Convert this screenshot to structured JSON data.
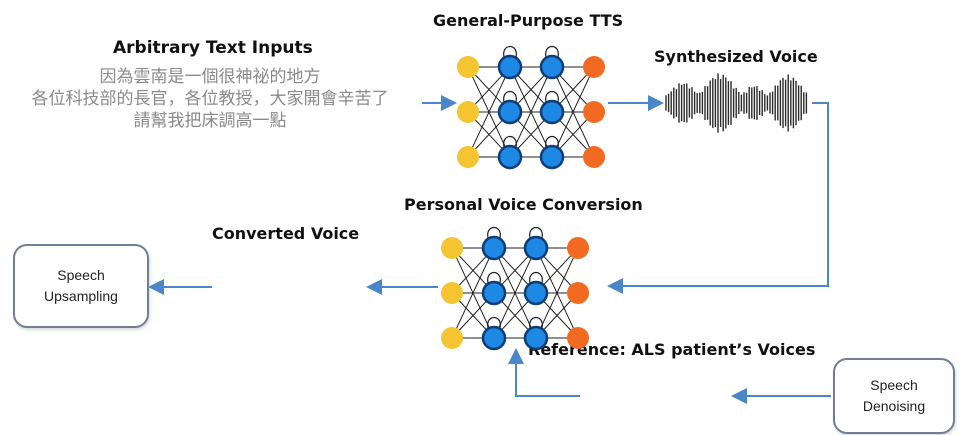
{
  "labels": {
    "arbitrary_text": "Arbitrary Text Inputs",
    "general_tts": "General-Purpose TTS",
    "synthesized_voice": "Synthesized Voice",
    "personal_voice_conversion": "Personal Voice Conversion",
    "converted_voice": "Converted Voice",
    "reference": "Reference: ALS patient’s Voices"
  },
  "text_input_lines": [
    "因為雲南是一個很神祕的地方",
    "各位科技部的長官，各位教授，大家開會辛苦了",
    "請幫我把床調高一點"
  ],
  "boxes": {
    "upsampling": [
      "Speech",
      "Upsampling"
    ],
    "denoising": [
      "Speech",
      "Denoising"
    ]
  },
  "colors": {
    "input_node": "#f5c431",
    "hidden_node": "#1e88e5",
    "output_node": "#f26a21",
    "arrow": "#4a86c8"
  }
}
